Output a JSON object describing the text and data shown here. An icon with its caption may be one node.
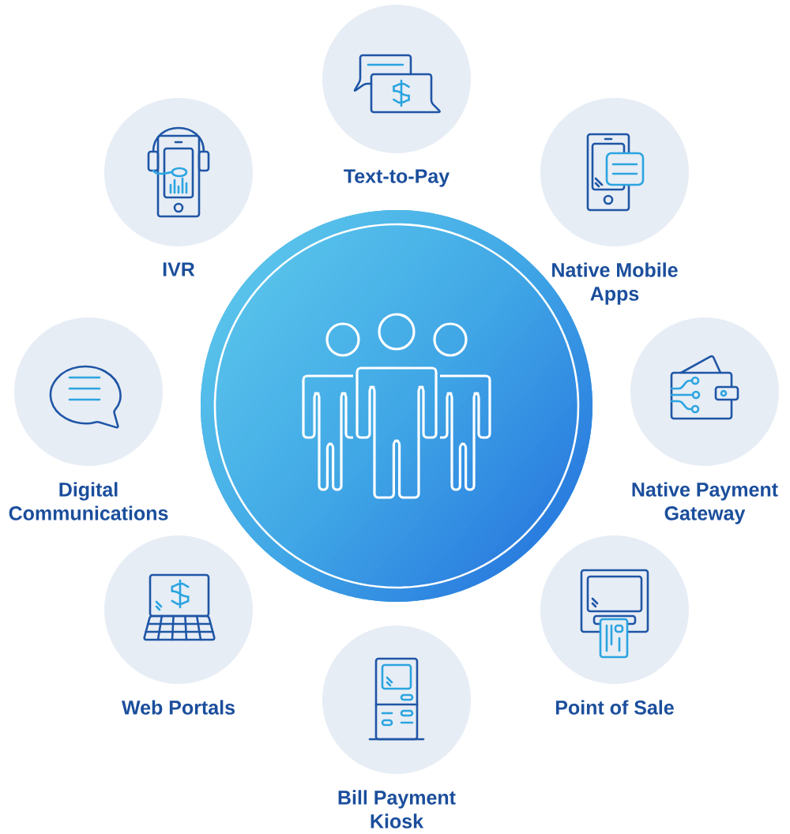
{
  "diagram": {
    "nodes": [
      {
        "text": [
          "Text-to-Pay"
        ]
      },
      {
        "text": [
          "IVR"
        ]
      },
      {
        "text": [
          "Native Mobile Apps"
        ]
      },
      {
        "text": [],
        "shape": "circle"
      },
      {
        "text": [
          "Digital Communications"
        ]
      },
      {
        "text": [
          "Native Payment Gateway"
        ]
      },
      {
        "text": [
          "Web Portals"
        ]
      },
      {
        "text": [
          "Point of Sale"
        ]
      },
      {
        "text": [
          "Bill Payment Kiosk"
        ]
      }
    ]
  }
}
